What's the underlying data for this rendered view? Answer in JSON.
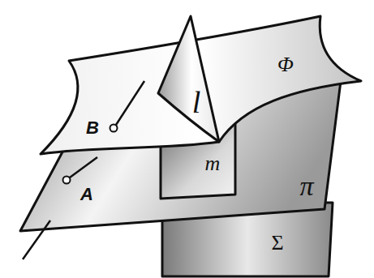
{
  "diagram": {
    "labels": [
      "Φ",
      "B",
      "l",
      "m",
      "A",
      "π",
      "Σ"
    ]
  }
}
